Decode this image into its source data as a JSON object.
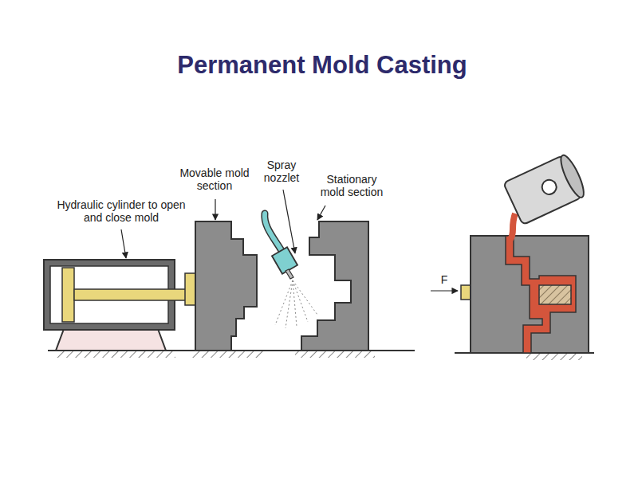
{
  "diagram": {
    "title": "Permanent Mold Casting",
    "labels": [
      "Hydraulic cylinder to open and close mold",
      "Movable mold section",
      "Spray nozzlet",
      "Stationary mold section",
      "F"
    ]
  }
}
